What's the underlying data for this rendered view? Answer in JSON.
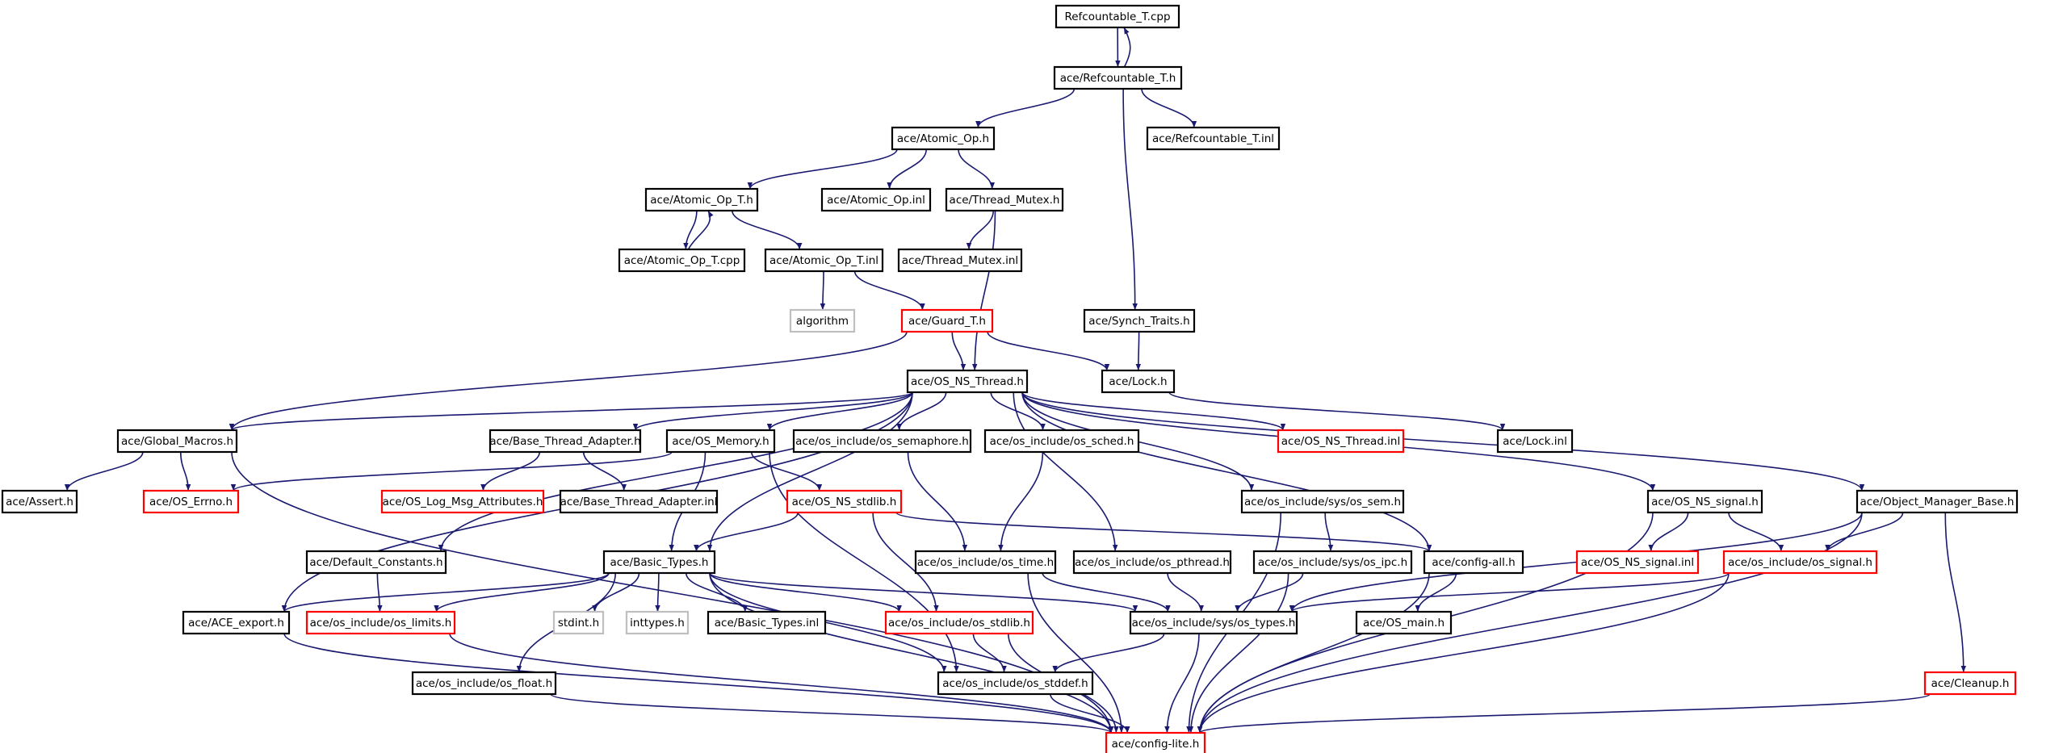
{
  "colors": {
    "edge": "#191970",
    "border_normal": "#000000",
    "border_truncated": "#ff0000",
    "border_external": "#bfbfbf",
    "root_fill": "#bfbfbf"
  },
  "nodes": {
    "n_root": {
      "label": "Refcountable_T.cpp",
      "kind": "root"
    },
    "n_refh": {
      "label": "ace/Refcountable_T.h",
      "kind": "normal"
    },
    "n_atomic": {
      "label": "ace/Atomic_Op.h",
      "kind": "normal"
    },
    "n_refinl": {
      "label": "ace/Refcountable_T.inl",
      "kind": "normal"
    },
    "n_atomicT": {
      "label": "ace/Atomic_Op_T.h",
      "kind": "normal"
    },
    "n_atomicinl": {
      "label": "ace/Atomic_Op.inl",
      "kind": "normal"
    },
    "n_tmutex": {
      "label": "ace/Thread_Mutex.h",
      "kind": "normal"
    },
    "n_atomicTcpp": {
      "label": "ace/Atomic_Op_T.cpp",
      "kind": "normal"
    },
    "n_atomicTinl": {
      "label": "ace/Atomic_Op_T.inl",
      "kind": "normal"
    },
    "n_tmutexinl": {
      "label": "ace/Thread_Mutex.inl",
      "kind": "normal"
    },
    "n_algorithm": {
      "label": "algorithm",
      "kind": "external"
    },
    "n_guard": {
      "label": "ace/Guard_T.h",
      "kind": "truncated"
    },
    "n_synch": {
      "label": "ace/Synch_Traits.h",
      "kind": "normal"
    },
    "n_osthread": {
      "label": "ace/OS_NS_Thread.h",
      "kind": "normal"
    },
    "n_lock": {
      "label": "ace/Lock.h",
      "kind": "normal"
    },
    "n_globalmacros": {
      "label": "ace/Global_Macros.h",
      "kind": "normal"
    },
    "n_basethread": {
      "label": "ace/Base_Thread_Adapter.h",
      "kind": "normal"
    },
    "n_osmemory": {
      "label": "ace/OS_Memory.h",
      "kind": "normal"
    },
    "n_ossem": {
      "label": "ace/os_include/os_semaphore.h",
      "kind": "normal"
    },
    "n_ossched": {
      "label": "ace/os_include/os_sched.h",
      "kind": "normal"
    },
    "n_osthreadinl": {
      "label": "ace/OS_NS_Thread.inl",
      "kind": "truncated"
    },
    "n_lockinl": {
      "label": "ace/Lock.inl",
      "kind": "normal"
    },
    "n_assert": {
      "label": "ace/Assert.h",
      "kind": "normal"
    },
    "n_oserrno": {
      "label": "ace/OS_Errno.h",
      "kind": "truncated"
    },
    "n_oslog": {
      "label": "ace/OS_Log_Msg_Attributes.h",
      "kind": "truncated"
    },
    "n_basethreadinl": {
      "label": "ace/Base_Thread_Adapter.inl",
      "kind": "normal"
    },
    "n_osstdlib": {
      "label": "ace/OS_NS_stdlib.h",
      "kind": "truncated"
    },
    "n_syssem": {
      "label": "ace/os_include/sys/os_sem.h",
      "kind": "normal"
    },
    "n_ossignal": {
      "label": "ace/OS_NS_signal.h",
      "kind": "normal"
    },
    "n_objmgr": {
      "label": "ace/Object_Manager_Base.h",
      "kind": "normal"
    },
    "n_defconst": {
      "label": "ace/Default_Constants.h",
      "kind": "normal"
    },
    "n_basictypes": {
      "label": "ace/Basic_Types.h",
      "kind": "normal"
    },
    "n_ostime": {
      "label": "ace/os_include/os_time.h",
      "kind": "normal"
    },
    "n_ospthread": {
      "label": "ace/os_include/os_pthread.h",
      "kind": "normal"
    },
    "n_sysipc": {
      "label": "ace/os_include/sys/os_ipc.h",
      "kind": "normal"
    },
    "n_configall": {
      "label": "ace/config-all.h",
      "kind": "normal"
    },
    "n_ossignalinl": {
      "label": "ace/OS_NS_signal.inl",
      "kind": "truncated"
    },
    "n_incsignal": {
      "label": "ace/os_include/os_signal.h",
      "kind": "truncated"
    },
    "n_aceexport": {
      "label": "ace/ACE_export.h",
      "kind": "normal"
    },
    "n_oslimits": {
      "label": "ace/os_include/os_limits.h",
      "kind": "truncated"
    },
    "n_stdint": {
      "label": "stdint.h",
      "kind": "external"
    },
    "n_inttypes": {
      "label": "inttypes.h",
      "kind": "external"
    },
    "n_basictypesinl": {
      "label": "ace/Basic_Types.inl",
      "kind": "normal"
    },
    "n_incstdlib": {
      "label": "ace/os_include/os_stdlib.h",
      "kind": "truncated"
    },
    "n_systypes": {
      "label": "ace/os_include/sys/os_types.h",
      "kind": "normal"
    },
    "n_osmain": {
      "label": "ace/OS_main.h",
      "kind": "normal"
    },
    "n_osfloat": {
      "label": "ace/os_include/os_float.h",
      "kind": "normal"
    },
    "n_osstddef": {
      "label": "ace/os_include/os_stddef.h",
      "kind": "normal"
    },
    "n_cleanup": {
      "label": "ace/Cleanup.h",
      "kind": "truncated"
    },
    "n_configlite": {
      "label": "ace/config-lite.h",
      "kind": "truncated"
    }
  },
  "edges": [
    [
      "n_root",
      "n_refh"
    ],
    [
      "n_refh",
      "n_root"
    ],
    [
      "n_refh",
      "n_atomic"
    ],
    [
      "n_refh",
      "n_refinl"
    ],
    [
      "n_refh",
      "n_synch"
    ],
    [
      "n_atomic",
      "n_atomicT"
    ],
    [
      "n_atomic",
      "n_atomicinl"
    ],
    [
      "n_atomic",
      "n_tmutex"
    ],
    [
      "n_atomicT",
      "n_atomicTcpp"
    ],
    [
      "n_atomicTcpp",
      "n_atomicT"
    ],
    [
      "n_atomicT",
      "n_atomicTinl"
    ],
    [
      "n_tmutex",
      "n_tmutexinl"
    ],
    [
      "n_tmutex",
      "n_osthread"
    ],
    [
      "n_atomicTinl",
      "n_algorithm"
    ],
    [
      "n_atomicTinl",
      "n_guard"
    ],
    [
      "n_guard",
      "n_osthread"
    ],
    [
      "n_guard",
      "n_lock"
    ],
    [
      "n_guard",
      "n_globalmacros"
    ],
    [
      "n_synch",
      "n_lock"
    ],
    [
      "n_lock",
      "n_lockinl"
    ],
    [
      "n_osthread",
      "n_globalmacros"
    ],
    [
      "n_osthread",
      "n_basethread"
    ],
    [
      "n_osthread",
      "n_osmemory"
    ],
    [
      "n_osthread",
      "n_ossem"
    ],
    [
      "n_osthread",
      "n_ossched"
    ],
    [
      "n_osthread",
      "n_osthreadinl"
    ],
    [
      "n_osthread",
      "n_syssem"
    ],
    [
      "n_osthread",
      "n_ossignal"
    ],
    [
      "n_osthread",
      "n_objmgr"
    ],
    [
      "n_osthread",
      "n_defconst"
    ],
    [
      "n_osthread",
      "n_basictypes"
    ],
    [
      "n_osthread",
      "n_aceexport"
    ],
    [
      "n_osthread",
      "n_ospthread"
    ],
    [
      "n_osthread",
      "n_configall"
    ],
    [
      "n_globalmacros",
      "n_assert"
    ],
    [
      "n_globalmacros",
      "n_oserrno"
    ],
    [
      "n_globalmacros",
      "n_configlite"
    ],
    [
      "n_basethread",
      "n_oslog"
    ],
    [
      "n_basethread",
      "n_basethreadinl"
    ],
    [
      "n_osmemory",
      "n_oserrno"
    ],
    [
      "n_osmemory",
      "n_osstdlib"
    ],
    [
      "n_osmemory",
      "n_basictypes"
    ],
    [
      "n_osmemory",
      "n_osstddef"
    ],
    [
      "n_ossem",
      "n_ostime"
    ],
    [
      "n_ossched",
      "n_ostime"
    ],
    [
      "n_osstdlib",
      "n_basictypes"
    ],
    [
      "n_osstdlib",
      "n_incstdlib"
    ],
    [
      "n_osstdlib",
      "n_configall"
    ],
    [
      "n_syssem",
      "n_sysipc"
    ],
    [
      "n_syssem",
      "n_configlite"
    ],
    [
      "n_ossignal",
      "n_ossignalinl"
    ],
    [
      "n_ossignal",
      "n_incsignal"
    ],
    [
      "n_ossignal",
      "n_configlite"
    ],
    [
      "n_objmgr",
      "n_incsignal"
    ],
    [
      "n_objmgr",
      "n_systypes"
    ],
    [
      "n_objmgr",
      "n_cleanup"
    ],
    [
      "n_objmgr",
      "n_configlite"
    ],
    [
      "n_defconst",
      "n_oslimits"
    ],
    [
      "n_basictypes",
      "n_aceexport"
    ],
    [
      "n_basictypes",
      "n_oslimits"
    ],
    [
      "n_basictypes",
      "n_osfloat"
    ],
    [
      "n_basictypes",
      "n_stdint"
    ],
    [
      "n_basictypes",
      "n_inttypes"
    ],
    [
      "n_basictypes",
      "n_basictypesinl"
    ],
    [
      "n_basictypes",
      "n_incstdlib"
    ],
    [
      "n_basictypes",
      "n_osstddef"
    ],
    [
      "n_basictypes",
      "n_systypes"
    ],
    [
      "n_basictypes",
      "n_configlite"
    ],
    [
      "n_ostime",
      "n_systypes"
    ],
    [
      "n_ostime",
      "n_configlite"
    ],
    [
      "n_ospthread",
      "n_systypes"
    ],
    [
      "n_sysipc",
      "n_systypes"
    ],
    [
      "n_sysipc",
      "n_configlite"
    ],
    [
      "n_configall",
      "n_osmain"
    ],
    [
      "n_configall",
      "n_configlite"
    ],
    [
      "n_incsignal",
      "n_systypes"
    ],
    [
      "n_incsignal",
      "n_configlite"
    ],
    [
      "n_aceexport",
      "n_configlite"
    ],
    [
      "n_oslimits",
      "n_configlite"
    ],
    [
      "n_incstdlib",
      "n_osstddef"
    ],
    [
      "n_incstdlib",
      "n_configlite"
    ],
    [
      "n_systypes",
      "n_osstddef"
    ],
    [
      "n_systypes",
      "n_configlite"
    ],
    [
      "n_osfloat",
      "n_configlite"
    ],
    [
      "n_osstddef",
      "n_configlite"
    ],
    [
      "n_cleanup",
      "n_configlite"
    ]
  ]
}
